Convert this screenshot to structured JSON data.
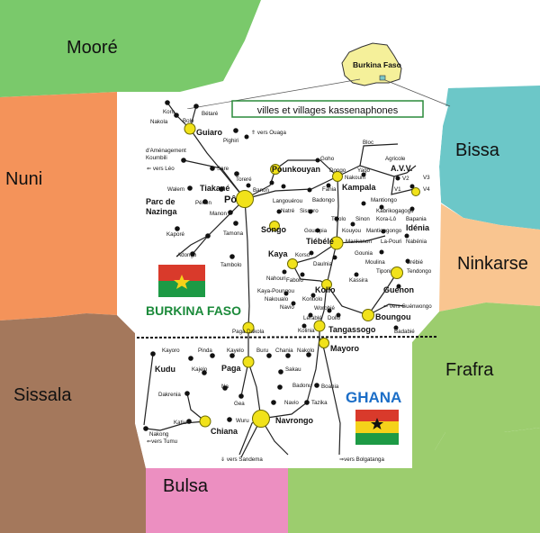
{
  "regions": [
    {
      "id": "moore",
      "label": "Mooré",
      "color": "#7ac96b"
    },
    {
      "id": "bissa",
      "label": "Bissa",
      "color": "#6cc7c8"
    },
    {
      "id": "nuni",
      "label": "Nuni",
      "color": "#f4935a"
    },
    {
      "id": "ninkarse",
      "label": "Ninkarse",
      "color": "#f9c590"
    },
    {
      "id": "sissala",
      "label": "Sissala",
      "color": "#a4785c"
    },
    {
      "id": "frafra",
      "label": "Frafra",
      "color": "#9ccd6e"
    },
    {
      "id": "bulsa",
      "label": "Bulsa",
      "color": "#ec8fc1"
    },
    {
      "id": "bottom",
      "label": "",
      "color": "#9ccd6e"
    }
  ],
  "inset": {
    "label": "Burkina Faso",
    "color": "#f5f09a"
  },
  "title": "villes et villages kassenaphones",
  "countries": {
    "burkina": "BURKINA FASO",
    "ghana": "GHANA"
  },
  "colors": {
    "burkina_green": "#1b8a3a",
    "ghana_blue": "#1c6ec7",
    "flag_red": "#d93a2b",
    "flag_green": "#1d9a45",
    "flag_yellow": "#f5d21a"
  },
  "places": {
    "koro": "Koro",
    "betare": "Bétaré",
    "nakola": "Nakola",
    "bolo": "Bolo",
    "guiaro": "Guiaro",
    "pighiri": "Pighiri",
    "vers_ouaga": "⇑ vers Ouaga",
    "daménagement": "d'Aménagement",
    "koumbili": "Koumbili",
    "vers_leo": "⇐ vers Léo",
    "sare": "Sare",
    "toreré": "Toreré",
    "walem": "Walem",
    "tiakane": "Tiakané",
    "po": "Pô",
    "banon": "Banon",
    "parc_de": "Parc de",
    "nazinga": "Nazinga",
    "penon": "Pénon",
    "manon": "Manon",
    "kapore": "Kaporé",
    "tamona": "Tamona",
    "adongo": "Adongo",
    "tambolo": "Tambolo",
    "pounkouyan": "Pounkouyan",
    "goho": "Goho",
    "bloc": "Bloc",
    "dongo": "Dongo",
    "yago": "Yago",
    "agricole": "Agricole",
    "avv": "A.V.V.",
    "nakoum": "Nakoum",
    "kampala": "Kampala",
    "fania": "Fania",
    "langouérou": "Langouérou",
    "badongo": "Badongo",
    "mantiongo": "Mantiongo",
    "v1": "V1",
    "v2": "V2",
    "v3": "V3",
    "v4": "V4",
    "natre": "Natré",
    "sissoro": "Sissoro",
    "kabrikogagogo": "Kabrikogagogo",
    "songo": "Songo",
    "goumpia": "Goumpia",
    "tiyoro": "Tiyolo",
    "sinon": "Sinon",
    "kora_lo": "Kora-Lô",
    "bapania": "Bapania",
    "kouyou": "Kouyou",
    "mantiongongo": "Mantiongongo",
    "idenia": "Idénia",
    "tiebele": "Tiébélé",
    "mankanon": "Mankanon",
    "la_pouri": "La-Pouri",
    "nabenia": "Nabénia",
    "kaya": "Kaya",
    "korso": "Korso",
    "gounia": "Gounia",
    "daulnia": "Daulnia",
    "moulina": "Moulina",
    "brebie": "Brébié",
    "nahouri": "Nahouri",
    "fabolo": "Fabolo",
    "tiponi": "Tiponi",
    "tendongo": "Tendongo",
    "kassira": "Kassira",
    "kaya_poungou": "Kaya-Poungou",
    "kollo": "Kollo",
    "guenon": "Guénon",
    "nakoualo": "Nakoualo",
    "kontiolo": "Kontiolo",
    "navio_b": "Navio",
    "worobie": "Worobié",
    "vers_guenwongo": "⇐ vers Guénwongo",
    "lerable": "Lérablé",
    "dollo": "Dollo",
    "boungou": "Boungou",
    "paga_dakola": "Paga Dakola",
    "tangassogo": "Tangassogo",
    "kolinia": "Kolinia",
    "badabie": "Badabié",
    "kayoro": "Kayoro",
    "pinda": "Pinda",
    "kayelo": "Kayelo",
    "buru": "Buru",
    "chania": "Chania",
    "nakolo": "Nakolo",
    "mayoro": "Mayoro",
    "kudu": "Kudu",
    "kajelo": "Kajelo",
    "paga": "Paga",
    "sakau": "Sakau",
    "dakrenia": "Dakrenia",
    "na": "Na",
    "badonu": "Badonu",
    "boania": "Boania",
    "gea": "Gea",
    "navio": "Navio",
    "tazika": "Tazika",
    "katiu": "Katiu",
    "wuru": "Wuru",
    "navrongo": "Navrongo",
    "chiana": "Chiana",
    "nakong": "Nakong",
    "vers_tumu": "⇐vers Tumu",
    "vers_sandema": "⇓ vers Sandema",
    "vers_bolgatanga": "⇒vers Bolgatanga"
  }
}
